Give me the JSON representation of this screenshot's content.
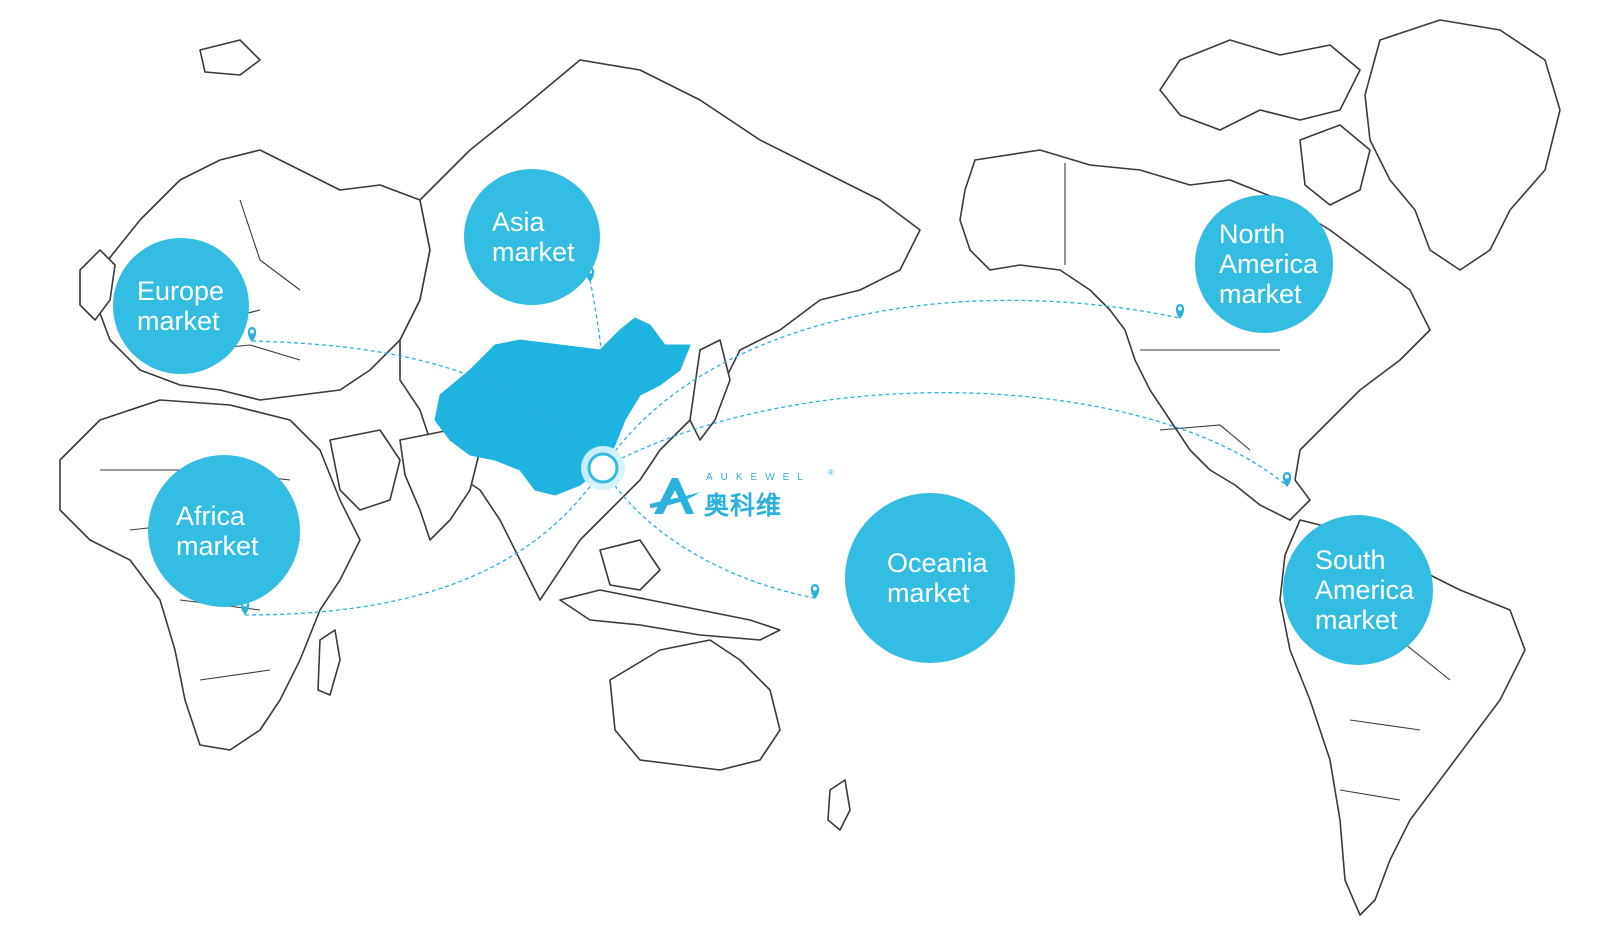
{
  "markets": {
    "asia": {
      "line1": "Asia",
      "line2": "market"
    },
    "europe": {
      "line1": "Europe",
      "line2": "market"
    },
    "africa": {
      "line1": "Africa",
      "line2": "market"
    },
    "oceania": {
      "line1": "Oceania",
      "line2": "market"
    },
    "north_america": {
      "line1": "North",
      "line2": "America",
      "line3": "market"
    },
    "south_america": {
      "line1": "South",
      "line2": "America",
      "line3": "market"
    }
  },
  "brand": {
    "latin": "AUKEWEL",
    "chinese": "奥科维",
    "registered": "®"
  },
  "colors": {
    "accent": "#33bde3",
    "china_fill": "#1fb3e0",
    "route": "#2cb0dc",
    "outline": "#3a3a3a"
  },
  "icons": [
    "location-pin-icon",
    "hub-marker-icon",
    "aukewel-logo-icon"
  ]
}
